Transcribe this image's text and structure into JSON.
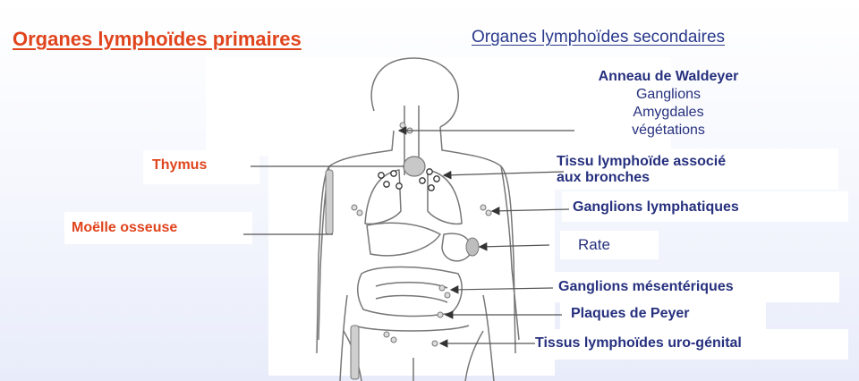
{
  "header": {
    "primary": "Organes lymphoïdes primaires",
    "secondary": "Organes lymphoïdes secondaires"
  },
  "labels": {
    "thymus": "Thymus",
    "moelle": "Moëlle osseuse",
    "waldeyer_title": "Anneau de Waldeyer",
    "waldeyer_items": [
      "Ganglions",
      "Amygdales",
      "végétations"
    ],
    "balt_line1": "Tissu lymphoïde associé",
    "balt_line2": "aux bronches",
    "ganglions_lymph": "Ganglions lymphatiques",
    "rate": "Rate",
    "ganglions_mesent": "Ganglions mésentériques",
    "peyer": "Plaques de Peyer",
    "urogenital": "Tissus lymphoïdes uro-génital"
  },
  "colors": {
    "primary": "#e0441c",
    "secondary": "#26307e",
    "outline": "#777777"
  }
}
